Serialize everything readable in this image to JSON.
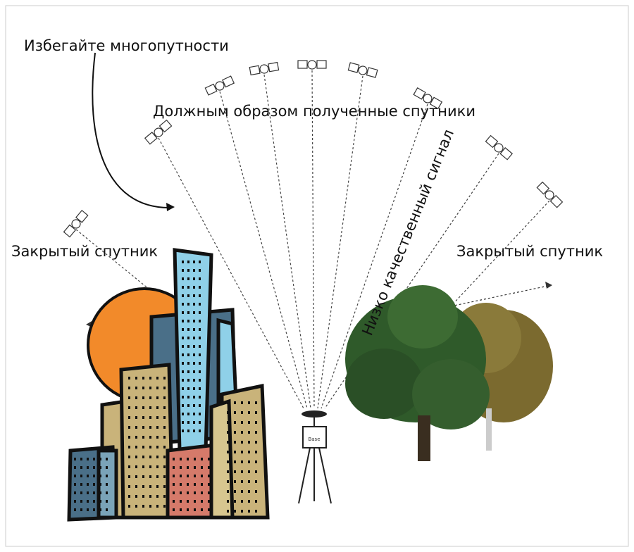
{
  "labels": {
    "avoid_multipath": "Избегайте многопутности",
    "properly_received": "Должным образом полученные спутники",
    "blocked_left": "Закрытый спутник",
    "blocked_right": "Закрытый спутник",
    "low_quality": "Низко качественный сигнал",
    "base": "Base"
  },
  "colors": {
    "sun": "#f28a2a",
    "glass": "#8fd0e8",
    "tan": "#c9b37a",
    "tree": "#2f5a2a"
  }
}
